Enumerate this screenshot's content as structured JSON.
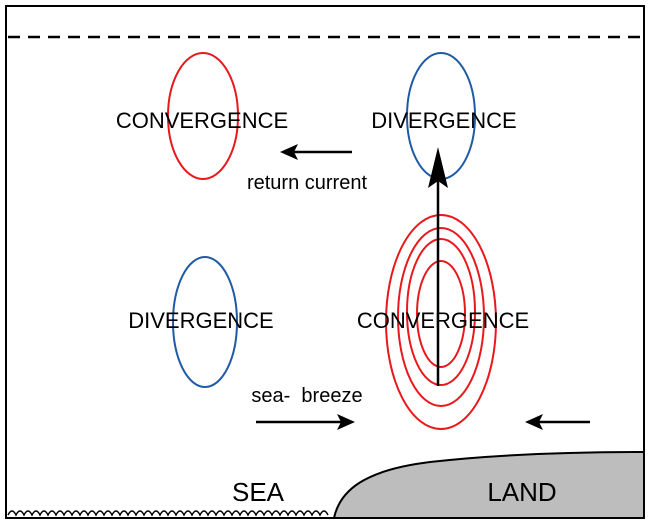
{
  "labels": {
    "convergence_upper": "CONVERGENCE",
    "divergence_upper": "DIVERGENCE",
    "divergence_lower": "DIVERGENCE",
    "convergence_lower": "CONVERGENCE",
    "return_current": "return current",
    "sea_breeze": "sea-  breeze",
    "sea": "SEA",
    "land": "LAND"
  },
  "colors": {
    "convergence": "#e8191c",
    "divergence": "#1f5aa6",
    "land": "#bdbdbd",
    "ink": "#000000"
  }
}
